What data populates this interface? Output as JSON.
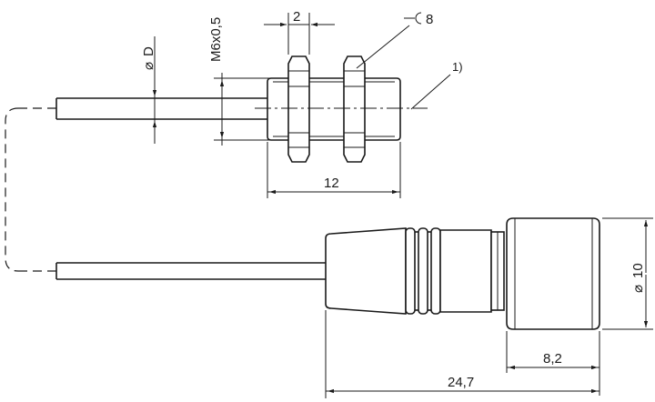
{
  "labels": {
    "dia_D": "D",
    "thread": "M6x0,5",
    "width_2": "2",
    "wrench_8": "8",
    "note_1": "1)",
    "length_12": "12",
    "dia_10": "10",
    "length_8_2": "8,2",
    "length_24_7": "24,7"
  },
  "symbols": {
    "diameter": "⌀"
  },
  "icons": {
    "wrench": "wrench-size-icon"
  }
}
